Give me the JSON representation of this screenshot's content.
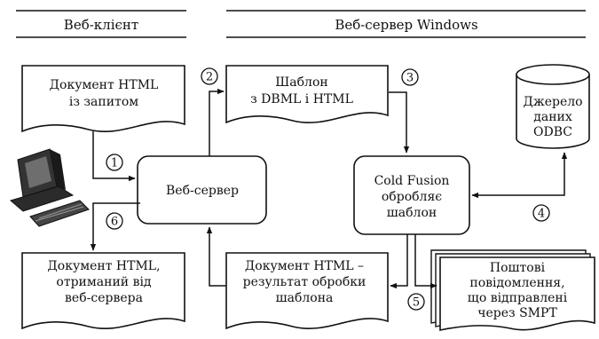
{
  "headers": {
    "client": "Веб-клієнт",
    "server": "Веб-сервер Windows"
  },
  "nodes": {
    "doc_request": [
      "Документ HTML",
      "із запитом"
    ],
    "template": [
      "Шаблон",
      "з DBML і HTML"
    ],
    "odbc": [
      "Джерело",
      "даних",
      "ODBC"
    ],
    "web_server": [
      "Веб-сервер"
    ],
    "cold_fusion": [
      "Cold Fusion",
      "обробляє",
      "шаблон"
    ],
    "doc_received": [
      "Документ HTML,",
      "отриманий від",
      "веб-сервера"
    ],
    "doc_result": [
      "Документ HTML –",
      "результат обробки",
      "шаблона"
    ],
    "mail": [
      "Поштові",
      "повідомлення,",
      "що відправлені",
      "через SMPT"
    ]
  },
  "steps": [
    "1",
    "2",
    "3",
    "4",
    "5",
    "6"
  ]
}
